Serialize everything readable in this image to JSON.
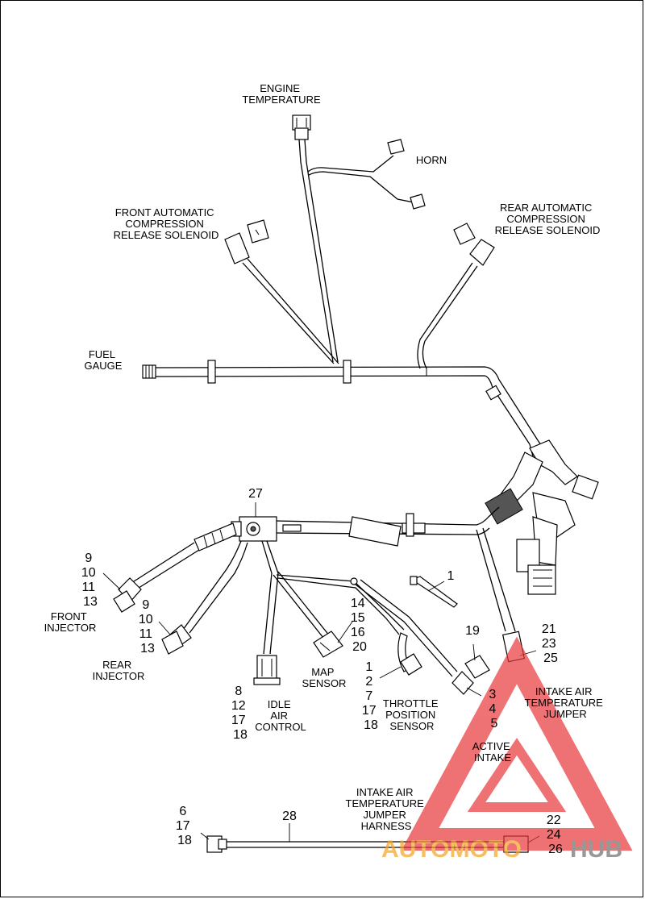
{
  "labels": {
    "engine_temperature": [
      "ENGINE",
      "TEMPERATURE"
    ],
    "horn": "HORN",
    "front_acr": [
      "FRONT AUTOMATIC",
      "COMPRESSION",
      "RELEASE SOLENOID"
    ],
    "rear_acr": [
      "REAR AUTOMATIC",
      "COMPRESSION",
      "RELEASE SOLENOID"
    ],
    "fuel_gauge": [
      "FUEL",
      "GAUGE"
    ],
    "front_injector": [
      "FRONT",
      "INJECTOR"
    ],
    "rear_injector": [
      "REAR",
      "INJECTOR"
    ],
    "idle_air_control": [
      "IDLE",
      "AIR",
      "CONTROL"
    ],
    "map_sensor": [
      "MAP",
      "SENSOR"
    ],
    "throttle_position_sensor": [
      "THROTTLE",
      "POSITION",
      "SENSOR"
    ],
    "intake_air_temp_jumper": [
      "INTAKE AIR",
      "TEMPERATURE",
      "JUMPER"
    ],
    "active_intake": [
      "ACTIVE",
      "INTAKE"
    ],
    "intake_air_temp_jumper_harness": [
      "INTAKE AIR",
      "TEMPERATURE",
      "JUMPER",
      "HARNESS"
    ]
  },
  "callouts": {
    "c27": [
      "27"
    ],
    "front_injector": [
      "9",
      "10",
      "11",
      "13"
    ],
    "rear_injector": [
      "9",
      "10",
      "11",
      "13"
    ],
    "idle_air": [
      "8",
      "12",
      "17",
      "18"
    ],
    "map": [
      "14",
      "15",
      "16",
      "20"
    ],
    "tps": [
      "1",
      "2",
      "7",
      "17",
      "18"
    ],
    "active_intake": [
      "3",
      "4",
      "5"
    ],
    "c1": [
      "1"
    ],
    "c19": [
      "19"
    ],
    "iat": [
      "21",
      "23",
      "25"
    ],
    "jumper_left": [
      "6",
      "17",
      "18"
    ],
    "c28": [
      "28"
    ],
    "jumper_right": [
      "22",
      "24",
      "26"
    ]
  },
  "watermark": {
    "part1": "AUTOMOTO",
    "part2": "HUB",
    "color_red": "#e8373a",
    "color_orange": "#f4a21f",
    "color_gray": "#6d6d6d"
  }
}
